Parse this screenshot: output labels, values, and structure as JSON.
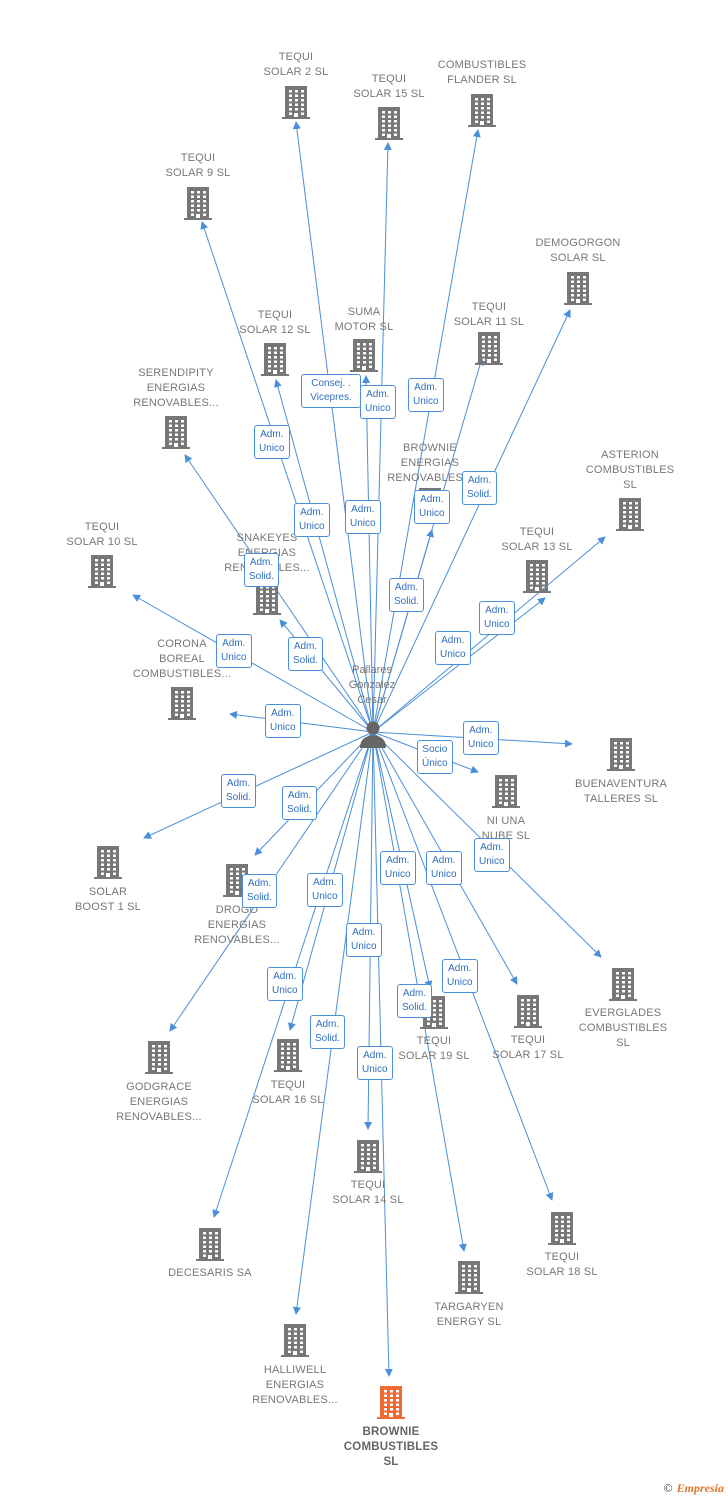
{
  "person": {
    "name": "Pallares\nGonzalez\nCesar",
    "icon": "person-icon"
  },
  "colors": {
    "link": "#4a8fd8",
    "building": "#777777",
    "building_main": "#f06a35"
  },
  "companies": [
    {
      "id": "tequi-solar-2",
      "label": "TEQUI\nSOLAR 2 SL"
    },
    {
      "id": "tequi-solar-15",
      "label": "TEQUI\nSOLAR 15 SL"
    },
    {
      "id": "combustibles-flander",
      "label": "COMBUSTIBLES\nFLANDER  SL"
    },
    {
      "id": "tequi-solar-9",
      "label": "TEQUI\nSOLAR 9 SL"
    },
    {
      "id": "demogorgon-solar",
      "label": "DEMOGORGON\nSOLAR  SL"
    },
    {
      "id": "tequi-solar-11",
      "label": "TEQUI\nSOLAR 11 SL"
    },
    {
      "id": "tequi-solar-12",
      "label": "TEQUI\nSOLAR 12 SL"
    },
    {
      "id": "suma-motor",
      "label": "SUMA\nMOTOR  SL"
    },
    {
      "id": "serendipity",
      "label": "SERENDIPITY\nENERGIAS\nRENOVABLES..."
    },
    {
      "id": "brownie-energias",
      "label": "BROWNIE\nENERGIAS\nRENOVABLES..."
    },
    {
      "id": "asterion",
      "label": "ASTERION\nCOMBUSTIBLES\nSL"
    },
    {
      "id": "tequi-solar-10",
      "label": "TEQUI\nSOLAR 10 SL"
    },
    {
      "id": "snakeyes",
      "label": "SNAKEYES\nENERGIAS\nRENOVABLES..."
    },
    {
      "id": "tequi-solar-13",
      "label": "TEQUI\nSOLAR 13 SL"
    },
    {
      "id": "corona-boreal",
      "label": "CORONA\nBOREAL\nCOMBUSTIBLES..."
    },
    {
      "id": "buenaventura",
      "label": "BUENAVENTURA\nTALLERES  SL"
    },
    {
      "id": "ni-una-nube",
      "label": "NI UNA\nNUBE  SL"
    },
    {
      "id": "solar-boost",
      "label": "SOLAR\nBOOST 1  SL"
    },
    {
      "id": "drogo",
      "label": "DROGO\nENERGIAS\nRENOVABLES..."
    },
    {
      "id": "everglades",
      "label": "EVERGLADES\nCOMBUSTIBLES\nSL"
    },
    {
      "id": "godgrace",
      "label": "GODGRACE\nENERGIAS\nRENOVABLES..."
    },
    {
      "id": "tequi-solar-16",
      "label": "TEQUI\nSOLAR 16 SL"
    },
    {
      "id": "tequi-solar-19",
      "label": "TEQUI\nSOLAR 19 SL"
    },
    {
      "id": "tequi-solar-17",
      "label": "TEQUI\nSOLAR 17 SL"
    },
    {
      "id": "tequi-solar-14",
      "label": "TEQUI\nSOLAR 14 SL"
    },
    {
      "id": "tequi-solar-18",
      "label": "TEQUI\nSOLAR 18 SL"
    },
    {
      "id": "decesaris",
      "label": "DECESARIS SA"
    },
    {
      "id": "targaryen",
      "label": "TARGARYEN\nENERGY  SL"
    },
    {
      "id": "halliwell",
      "label": "HALLIWELL\nENERGIAS\nRENOVABLES..."
    },
    {
      "id": "brownie-combustibles",
      "label": "BROWNIE\nCOMBUSTIBLES\nSL",
      "main": true
    }
  ],
  "relations": [
    {
      "target": "tequi-solar-2",
      "role": "Consej. .\nVicepres."
    },
    {
      "target": "tequi-solar-15",
      "role": "Adm.\nUnico"
    },
    {
      "target": "combustibles-flander",
      "role": "Adm.\nUnico"
    },
    {
      "target": "tequi-solar-9",
      "role": "Adm.\nUnico"
    },
    {
      "target": "demogorgon-solar",
      "role": "Adm.\nSolid."
    },
    {
      "target": "tequi-solar-11",
      "role": "Adm.\nUnico"
    },
    {
      "target": "tequi-solar-12",
      "role": "Adm.\nUnico"
    },
    {
      "target": "suma-motor",
      "role": "Adm.\nUnico"
    },
    {
      "target": "serendipity",
      "role": "Adm.\nSolid."
    },
    {
      "target": "brownie-energias",
      "role": "Adm.\nSolid."
    },
    {
      "target": "asterion",
      "role": "Adm.\nUnico"
    },
    {
      "target": "tequi-solar-10",
      "role": "Adm.\nUnico"
    },
    {
      "target": "snakeyes",
      "role": "Adm.\nSolid."
    },
    {
      "target": "tequi-solar-13",
      "role": "Adm.\nUnico"
    },
    {
      "target": "corona-boreal",
      "role": "Adm.\nUnico"
    },
    {
      "target": "buenaventura",
      "role": "Adm.\nUnico"
    },
    {
      "target": "ni-una-nube",
      "role": "Socio\nÚnico"
    },
    {
      "target": "solar-boost",
      "role": "Adm.\nSolid."
    },
    {
      "target": "drogo",
      "role": "Adm.\nSolid."
    },
    {
      "target": "everglades",
      "role": "Adm.\nUnico"
    },
    {
      "target": "godgrace",
      "role": "Adm.\nSolid."
    },
    {
      "target": "tequi-solar-16",
      "role": "Adm.\nUnico"
    },
    {
      "target": "tequi-solar-19",
      "role": "Adm.\nUnico"
    },
    {
      "target": "tequi-solar-17",
      "role": "Adm.\nUnico"
    },
    {
      "target": "tequi-solar-14",
      "role": "Adm.\nUnico"
    },
    {
      "target": "tequi-solar-18",
      "role": "Adm.\nUnico"
    },
    {
      "target": "decesaris",
      "role": "Adm.\nUnico"
    },
    {
      "target": "targaryen",
      "role": "Adm.\nSolid."
    },
    {
      "target": "halliwell",
      "role": "Adm.\nSolid."
    },
    {
      "target": "brownie-combustibles",
      "role": "Adm.\nUnico"
    }
  ],
  "credit": {
    "symbol": "©",
    "brand": "Empresia"
  }
}
